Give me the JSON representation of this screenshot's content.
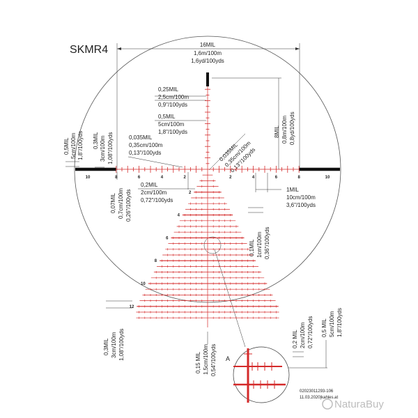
{
  "diagram": {
    "title": "SKMR4",
    "top_dim": [
      "16MIL",
      "1,6m/100m",
      "1,6yd/100yds"
    ],
    "dim_025": [
      "0,25MIL",
      "2,5cm/100m",
      "0,9\"/100yds"
    ],
    "dim_05_center": [
      "0,5MIL",
      "5cm/100m",
      "1,8\"/100yds"
    ],
    "dim_0035_left": [
      "0,035MIL",
      "0,35cm/100m",
      "0,13\"/100yds"
    ],
    "dim_0035_right": [
      "0,035MIL",
      "0,35cm/100m",
      "0,13\"/100yds"
    ],
    "dim_8mil": [
      "8MIL",
      "0,8m/100m",
      "0,8yd/100yds"
    ],
    "dim_05_left": [
      "0,5MIL",
      "5cm/100m",
      "1,8\"/100yds"
    ],
    "dim_03_left": [
      "0,3MIL",
      "3cm/100m",
      "1,08\"/100yds"
    ],
    "dim_02": [
      "0,2MIL",
      "2cm/100m",
      "0,72\"/100yds"
    ],
    "dim_007": [
      "0,07MIL",
      "0,7cm/100m",
      "0,26\"/100yds"
    ],
    "dim_1mil": [
      "1MIL",
      "10cm/100m",
      "3,6\"/100yds"
    ],
    "dim_01": [
      "0,1MIL",
      "1cm/100m",
      "0,36\"/100yds"
    ],
    "dim_03_low": [
      "0,3MIL",
      "3cm/100m",
      "1,08\"/100yds"
    ],
    "dim_015": [
      "0,15 MIL",
      "1,5cm/100m",
      "0,54\"/100yds"
    ],
    "dim_02_detail": [
      "0,2 MIL",
      "2cm/100m",
      "0,72\"/100yds"
    ],
    "dim_05_detail": [
      "0,5 MIL",
      "5cm/100m",
      "1,8\"/100yds"
    ],
    "detail_label": "A",
    "doc_id": "02023011293-106",
    "doc_date": "11.03.2020|kahles.at",
    "watermark": "NaturaBuy",
    "h_left_ticks": [
      "10",
      "8",
      "6",
      "4",
      "2"
    ],
    "h_right_ticks": [
      "2",
      "4",
      "6",
      "8",
      "10"
    ],
    "v_ticks": [
      "2",
      "4",
      "6",
      "8",
      "10",
      "12"
    ],
    "colors": {
      "reticle_red": "#d42a2a",
      "post_black": "#111111",
      "watermark_gray": "#bdbdbd"
    }
  }
}
